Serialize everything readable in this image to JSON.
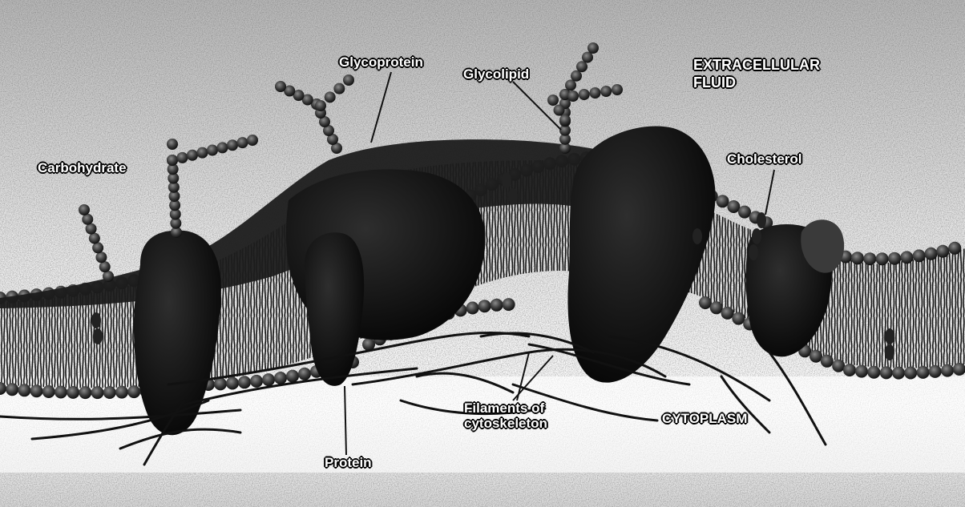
{
  "labels": {
    "glycoprotein": "Glycoprotein",
    "glycolipid": "Glycolipid",
    "extracellular_line1": "EXTRACELLULAR",
    "extracellular_line2": "FLUID",
    "carbohydrate": "Carbohydrate",
    "cholesterol": "Cholesterol",
    "filaments_line1": "Filaments of",
    "filaments_line2": "cytoskeleton",
    "cytoplasm": "CYTOPLASM",
    "protein": "Protein"
  },
  "colors": {
    "background_top": "#bdbdbd",
    "background_bottom": "#ffffff",
    "membrane_dark": "#1b1b1b",
    "head_mid": "#4a4a4a",
    "tail": "#151515",
    "label_text": "#ffffff"
  }
}
